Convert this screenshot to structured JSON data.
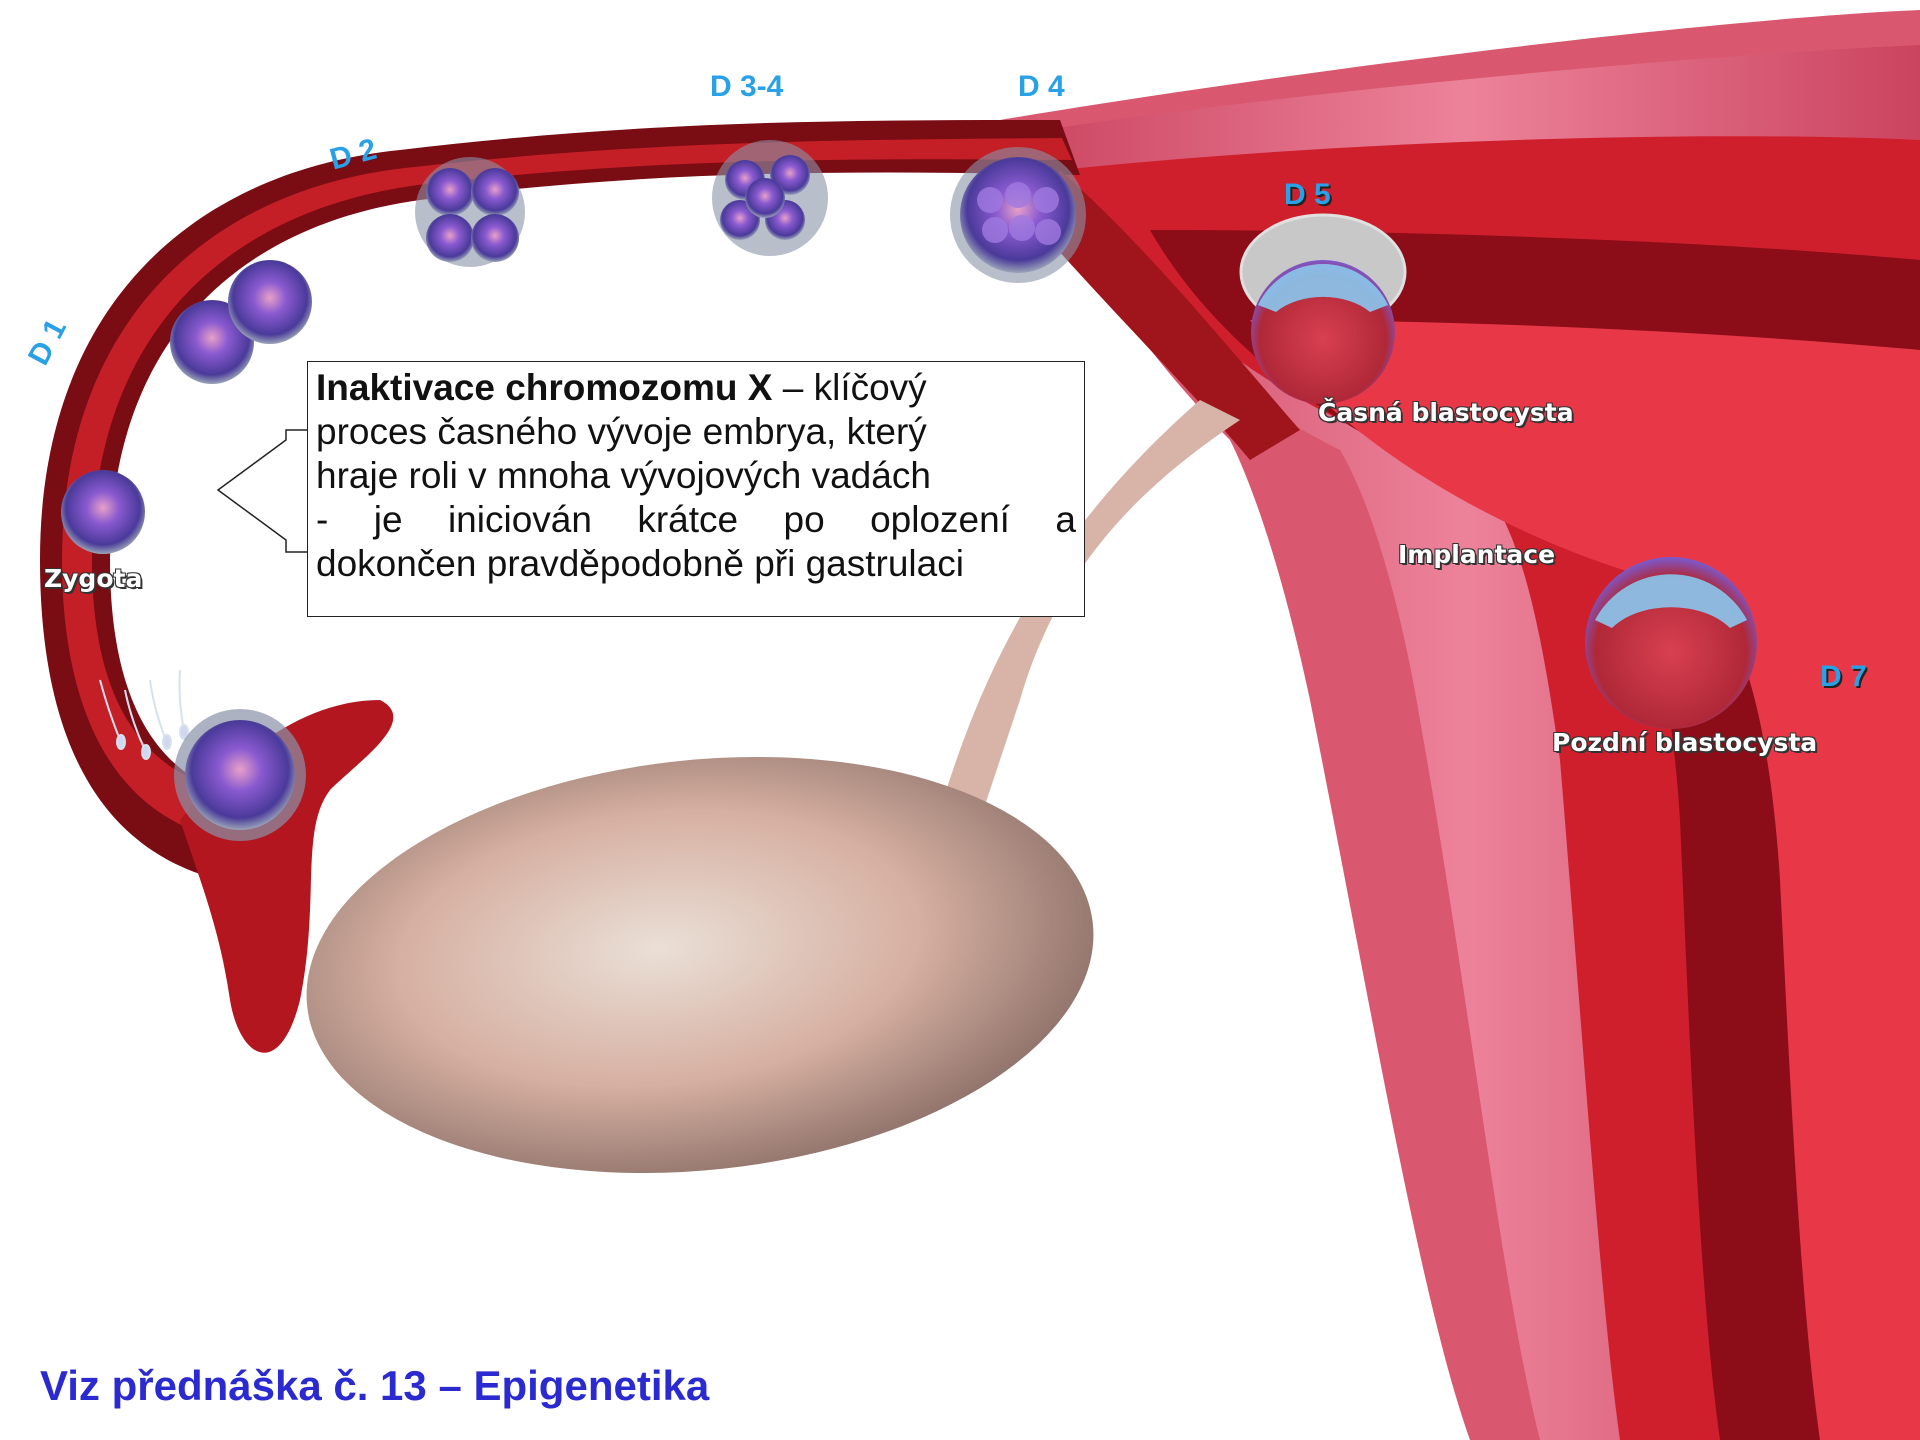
{
  "days": {
    "d1": "D 1",
    "d2": "D 2",
    "d34": "D 3-4",
    "d4": "D 4",
    "d5": "D 5",
    "d7": "D 7"
  },
  "labels": {
    "zygota": "Zygota",
    "casna_blastocysta": "Časná blastocysta",
    "implantace": "Implantace",
    "pozdni_blastocysta": "Pozdní blastocysta"
  },
  "info_box": {
    "title": "Inaktivace chromozomu X",
    "line1_rest": "– klíčový",
    "line2": "proces časného vývoje embrya, který",
    "line3": "hraje roli v mnoha vývojových vadách",
    "line4_words": [
      "-",
      "je",
      "iniciován",
      "krátce",
      "po",
      "oplození",
      "a"
    ],
    "line5": "dokončen pravděpodobně při gastrulaci"
  },
  "footer": "Viz přednáška č. 13 – Epigenetika",
  "colors": {
    "day_label": "#2aa0e6",
    "footer": "#2a2ad0",
    "tube_dark": "#7a0c14",
    "tube_red": "#c41e26",
    "muscle_pink": "#e05a78",
    "embryo_purple": "#7a5ac8"
  }
}
